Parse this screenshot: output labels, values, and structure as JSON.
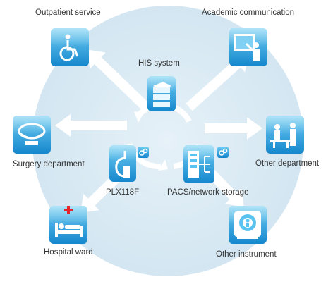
{
  "colors": {
    "background": "#ffffff",
    "disc": "#d6e8f2",
    "arrow": "#ffffff",
    "tile_light": "#5ac3ef",
    "tile_dark": "#1689cf",
    "label_text": "#333333"
  },
  "nodes": [
    {
      "id": "outpatient",
      "label": "Outpatient service",
      "icon": "wheelchair-icon"
    },
    {
      "id": "academic",
      "label": "Academic communication",
      "icon": "presentation-icon"
    },
    {
      "id": "his",
      "label": "HIS system",
      "icon": "server-stack-icon"
    },
    {
      "id": "surgery",
      "label": "Surgery department",
      "icon": "surgical-lamp-icon"
    },
    {
      "id": "other-dept",
      "label": "Other department",
      "icon": "consultation-icon"
    },
    {
      "id": "plx",
      "label": "PLX118F",
      "icon": "ultrasound-probe-icon"
    },
    {
      "id": "pacs",
      "label": "PACS/network storage",
      "icon": "network-storage-icon"
    },
    {
      "id": "ward",
      "label": "Hospital ward",
      "icon": "hospital-bed-icon"
    },
    {
      "id": "other-inst",
      "label": "Other instrument",
      "icon": "mri-scanner-icon"
    }
  ],
  "badges": [
    "sync-badge-icon",
    "sync-badge-icon"
  ]
}
